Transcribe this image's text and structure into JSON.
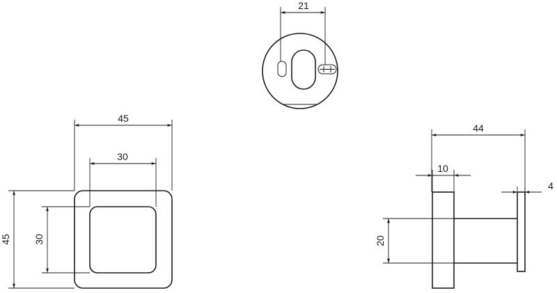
{
  "dimensions": {
    "base_width": "21",
    "front_outer_width": "45",
    "front_inner_width": "30",
    "front_outer_height": "45",
    "front_inner_height": "30",
    "side_total_depth": "44",
    "side_flange_thickness": "10",
    "side_end_thickness": "4",
    "side_stem_height": "20"
  }
}
